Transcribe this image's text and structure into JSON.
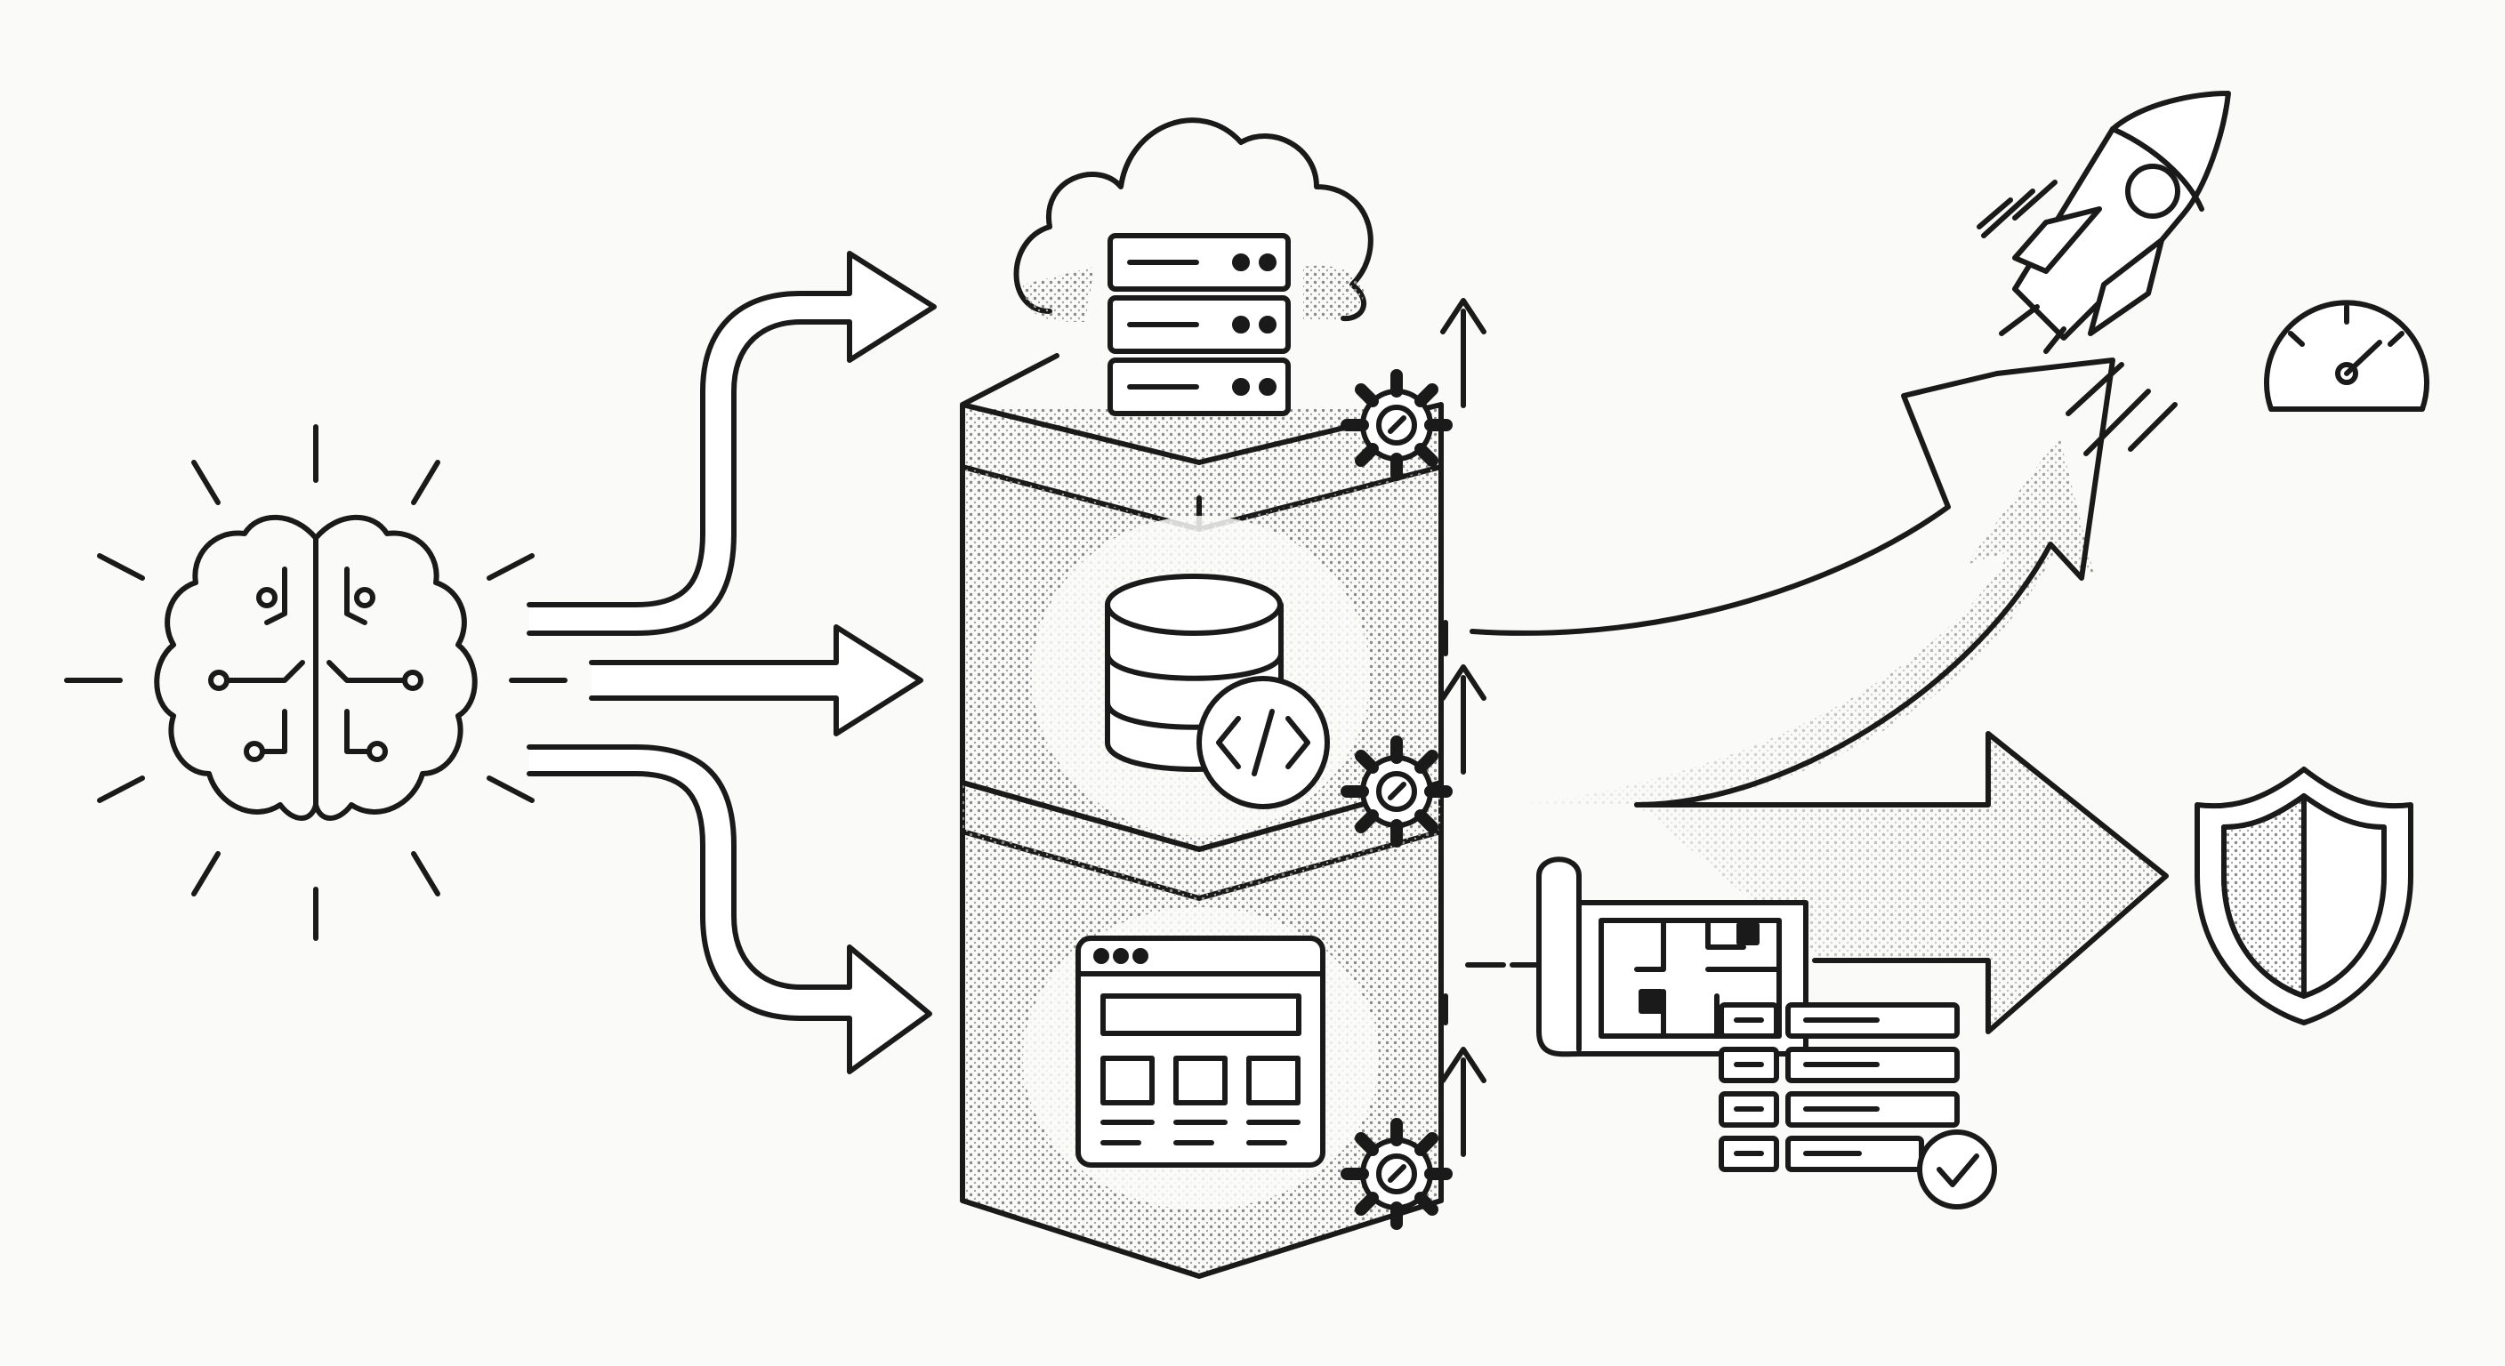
{
  "palette": {
    "ink": "#1a1a1a",
    "paper": "#fafaf8",
    "halftone": "#8a8a8a"
  },
  "diagram": {
    "style": "black line-art with halftone shading, no text labels",
    "source": {
      "icon": "brain-circuit-icon",
      "rays": 12
    },
    "branch_arrows": [
      {
        "target": "cloud-server-layer"
      },
      {
        "target": "database-layer"
      },
      {
        "target": "web-app-layer"
      }
    ],
    "stack": {
      "layers": [
        {
          "id": "cloud-server-layer",
          "icons": [
            "cloud-icon",
            "server-rack-icon"
          ],
          "badge": "gear-up-icon"
        },
        {
          "id": "database-layer",
          "icons": [
            "database-icon",
            "code-badge-icon"
          ],
          "badge": "gear-up-icon"
        },
        {
          "id": "web-app-layer",
          "icons": [
            "browser-window-icon"
          ],
          "badge": "gear-up-icon"
        }
      ]
    },
    "outputs": [
      {
        "arrow": "curved-growth-arrow",
        "icons": [
          "rocket-icon",
          "speedometer-icon"
        ]
      },
      {
        "arrow": "straight-arrow",
        "icons": [
          "shield-icon"
        ]
      },
      {
        "arrow": "dashed-connector",
        "icons": [
          "blueprint-icon",
          "checklist-icon",
          "check-badge-icon"
        ]
      }
    ]
  }
}
